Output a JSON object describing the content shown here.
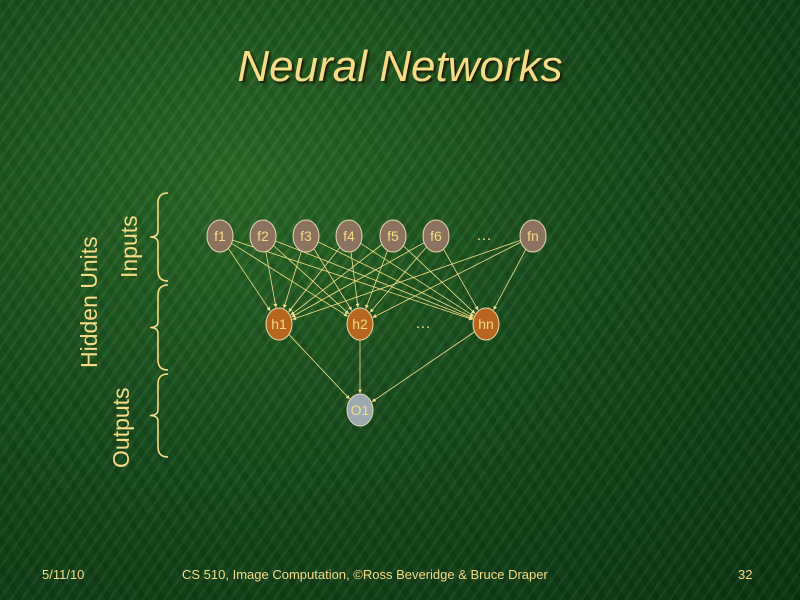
{
  "title": "Neural Networks",
  "side_labels": {
    "inputs": "Inputs",
    "hidden_units": "Hidden  Units",
    "outputs": "Outputs"
  },
  "network": {
    "inputs": [
      "f1",
      "f2",
      "f3",
      "f4",
      "f5",
      "f6",
      "fn"
    ],
    "input_ellipsis": "…",
    "hidden": [
      "h1",
      "h2",
      "hn"
    ],
    "hidden_ellipsis": "…",
    "outputs": [
      "O1"
    ]
  },
  "colors": {
    "text": "#f6dc86",
    "input_node": "#8c7360",
    "hidden_node": "#b8651e",
    "output_node": "#9aaab0",
    "edge": "#f6e08a"
  },
  "footer": {
    "date": "5/11/10",
    "course": "CS 510, Image Computation, ©Ross Beveridge & Bruce Draper",
    "page": "32"
  }
}
